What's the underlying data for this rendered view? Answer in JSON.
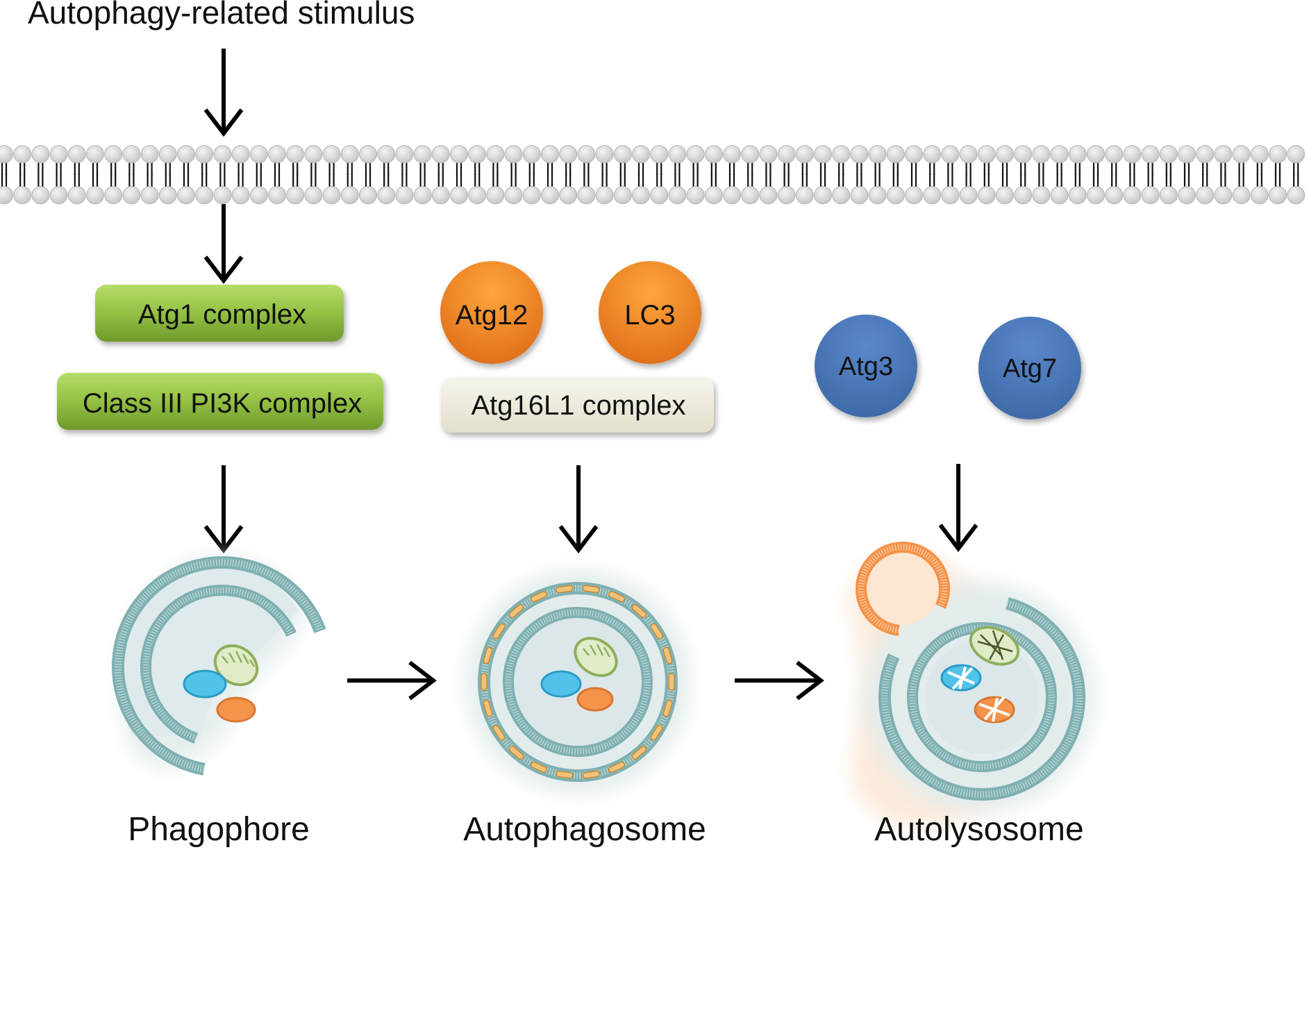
{
  "stimulus": {
    "label": "Autophagy-related stimulus"
  },
  "complexes": {
    "atg1": "Atg1 complex",
    "pi3k": "Class III PI3K complex",
    "atg16l1": "Atg16L1 complex"
  },
  "proteins": {
    "atg12": "Atg12",
    "lc3": "LC3",
    "atg3": "Atg3",
    "atg7": "Atg7"
  },
  "stages": {
    "phagophore": "Phagophore",
    "autophagosome": "Autophagosome",
    "autolysosome": "Autolysosome"
  },
  "colors": {
    "green_complex": "#8fbd3c",
    "orange_protein": "#f0821e",
    "blue_protein": "#4d7bbf",
    "beige_complex": "#eeeadb",
    "membrane": "#7fb0b2",
    "lipid_head": "#dcdcdc",
    "lysosome": "#f4934a",
    "arrow": "#000000"
  }
}
